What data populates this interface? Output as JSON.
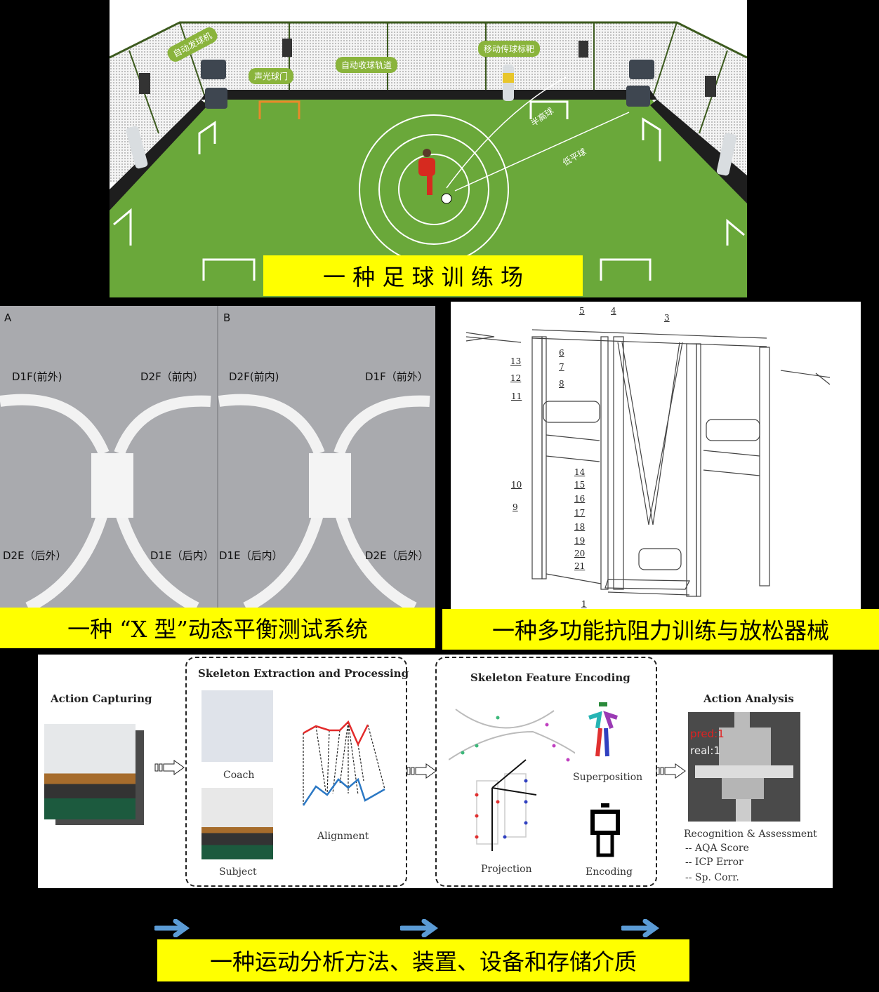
{
  "panels": {
    "football_field": {
      "caption": "一 种 足 球 训 练 场",
      "tags": [
        "自动发球机",
        "声光球门",
        "自动收球轨道",
        "移动传球标靶"
      ],
      "trajectory_labels": [
        "半高球",
        "低平球"
      ]
    },
    "x_balance": {
      "caption": "一种 “X 型”动态平衡测试系统",
      "panel_a": {
        "letter": "A",
        "top_left": "D1F(前外)",
        "top_right": "D2F（前内）",
        "bottom_left": "D2E（后外）",
        "bottom_right": "D1E（后内）"
      },
      "panel_b": {
        "letter": "B",
        "top_left": "D2F(前内)",
        "top_right": "D1F（前外）",
        "bottom_left": "D1E（后内）",
        "bottom_right": "D2E（后外）"
      }
    },
    "resistance_device": {
      "caption": "一种多功能抗阻力训练与放松器械",
      "part_numbers": [
        "1",
        "3",
        "4",
        "5",
        "6",
        "7",
        "8",
        "9",
        "10",
        "11",
        "12",
        "13",
        "14",
        "15",
        "16",
        "17",
        "18",
        "19",
        "20",
        "21"
      ]
    },
    "motion_analysis": {
      "caption": "一种运动分析方法、装置、设备和存储介质",
      "stages": {
        "capture": {
          "title": "Action Capturing"
        },
        "extraction": {
          "title": "Skeleton Extraction and Processing",
          "coach": "Coach",
          "subject": "Subject",
          "alignment": "Alignment"
        },
        "encoding": {
          "title": "Skeleton Feature Encoding",
          "projection": "Projection",
          "superposition": "Superposition",
          "encoding": "Encoding"
        },
        "analysis": {
          "title": "Action Analysis",
          "pred": "pred:1",
          "real": "real:1",
          "subtitle": "Recognition & Assessment",
          "metrics": [
            "-- AQA Score",
            "-- ICP Error",
            "-- Sp. Corr."
          ]
        }
      }
    }
  },
  "colors": {
    "caption_bg": "#ffff00",
    "background": "#000000",
    "arrow_blue": "#5b9bd5",
    "grass": "#6aa83a",
    "tag_green": "#8ab43c"
  }
}
